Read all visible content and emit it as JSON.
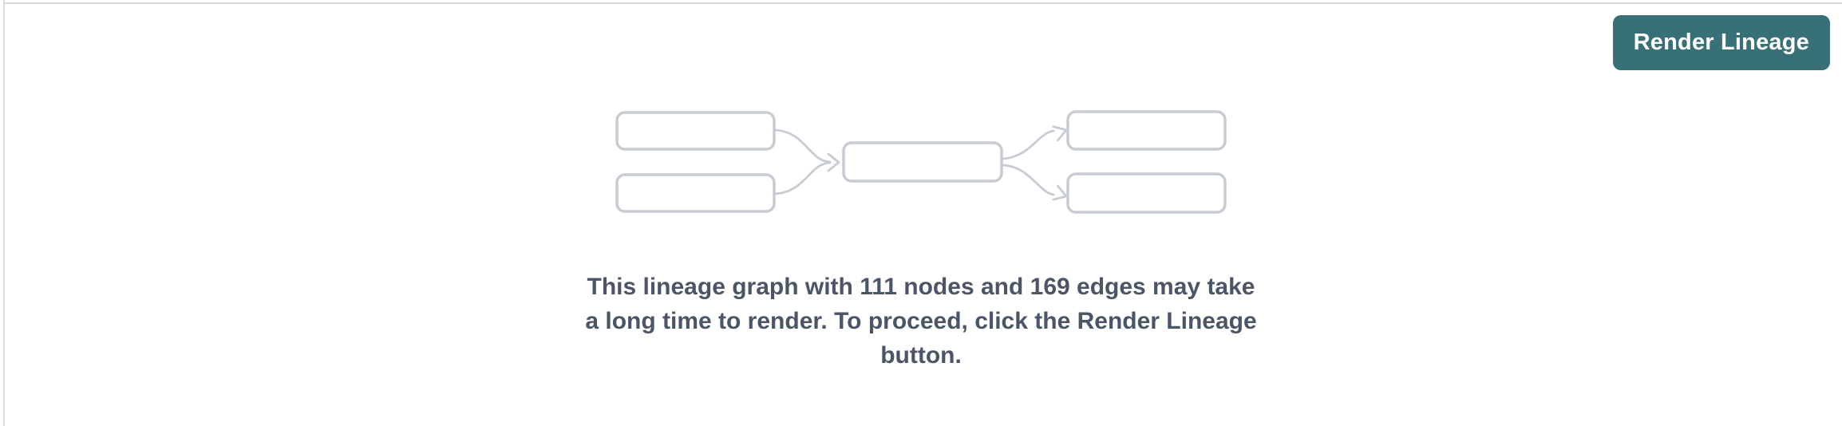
{
  "panel": {
    "name": "lineage-panel",
    "background_color": "#ffffff",
    "border_color": "#d9d9dd"
  },
  "toolbar": {
    "render_lineage_label": "Render Lineage",
    "button_bg_color": "#377177",
    "button_text_color": "#ffffff"
  },
  "lineage_preview": {
    "illustration": "placeholder-graph-5-nodes-4-edges",
    "node_fill_color": "#ffffff",
    "node_stroke_color": "#c7cbd3",
    "edge_color": "#c7cbd3"
  },
  "message": {
    "node_count": "111",
    "edge_count": "169",
    "full_text": "This lineage graph with 111 nodes and 169 edges may take a long time to render. To proceed, click the Render Lineage button.",
    "lines": [
      "This lineage graph with 111 nodes and 169 edges may take",
      "a long time to render. To proceed, click the Render Lineage",
      "button."
    ],
    "text_color": "#4a5568"
  }
}
